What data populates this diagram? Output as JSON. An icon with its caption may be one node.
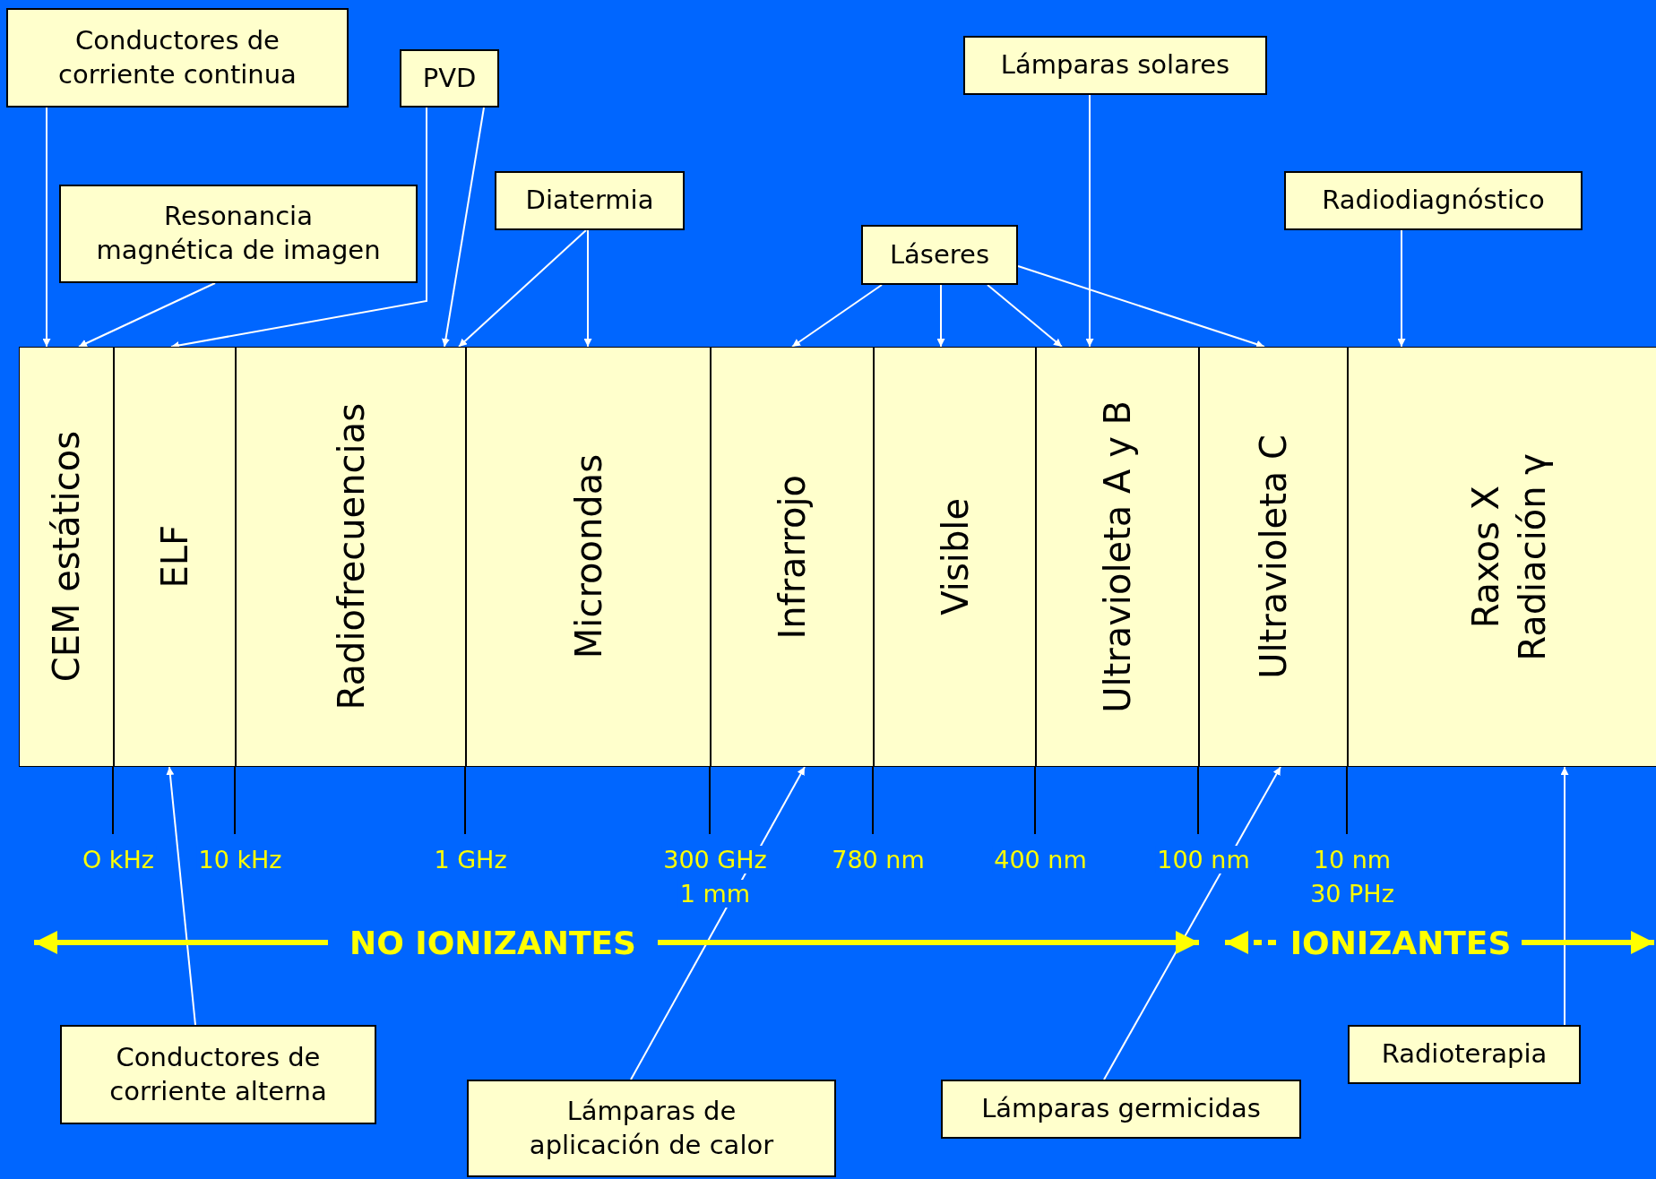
{
  "diagram": {
    "nodes": [
      {
        "text": [
          "Conductores de corriente continua"
        ]
      },
      {
        "text": [
          "PVD"
        ]
      },
      {
        "text": [
          "Resonancia magnética de imagen"
        ]
      },
      {
        "text": [
          "Diatermia"
        ]
      },
      {
        "text": [
          "Láseres"
        ]
      },
      {
        "text": [
          "Lámparas solares"
        ]
      },
      {
        "text": [
          "Radiodiagnóstico"
        ]
      },
      {
        "text": [
          "CEM estáticos"
        ],
        "beside": [
          "O kHz"
        ]
      },
      {
        "text": [
          "ELF"
        ],
        "beside": [
          "10 kHz"
        ]
      },
      {
        "text": [
          "Radiofrecuencias"
        ],
        "beside": [
          "1 GHz"
        ]
      },
      {
        "text": [
          "Microondas"
        ],
        "beside": [
          "300 GHz",
          "1 mm"
        ]
      },
      {
        "text": [
          "Infrarrojo"
        ],
        "beside": [
          "780 nm"
        ]
      },
      {
        "text": [
          "Visible"
        ],
        "beside": [
          "400 nm"
        ]
      },
      {
        "text": [
          "Ultravioleta A y B"
        ],
        "beside": [
          "100 nm"
        ]
      },
      {
        "text": [
          "Ultravioleta C"
        ],
        "beside": [
          "10 nm",
          "30 PHz"
        ]
      },
      {
        "text": [
          "Raxos X",
          "Radiación γ"
        ]
      },
      {
        "text": [
          "Conductores de corriente alterna"
        ]
      },
      {
        "text": [
          "Lámparas de aplicación de calor"
        ]
      },
      {
        "text": [
          "Lámparas germicidas"
        ]
      },
      {
        "text": [
          "Radioterapia"
        ]
      }
    ],
    "edges": [
      {
        "from": 0,
        "to": 7,
        "arrow": "to"
      },
      {
        "from": 2,
        "to": 7,
        "arrow": "to"
      },
      {
        "from": 1,
        "to": 8,
        "arrow": "to"
      },
      {
        "from": 1,
        "to": 9,
        "arrow": "to"
      },
      {
        "from": 3,
        "to": 9,
        "arrow": "to"
      },
      {
        "from": 3,
        "to": 10,
        "arrow": "to"
      },
      {
        "from": 4,
        "to": 11,
        "arrow": "to"
      },
      {
        "from": 4,
        "to": 12,
        "arrow": "to"
      },
      {
        "from": 4,
        "to": 13,
        "arrow": "to"
      },
      {
        "from": 4,
        "to": 14,
        "arrow": "to"
      },
      {
        "from": 5,
        "to": 13,
        "arrow": "to"
      },
      {
        "from": 6,
        "to": 15,
        "arrow": "to"
      },
      {
        "from": 16,
        "to": 8,
        "arrow": "to"
      },
      {
        "from": 17,
        "to": 11,
        "arrow": "to"
      },
      {
        "from": 18,
        "to": 14,
        "arrow": "to"
      },
      {
        "from": 19,
        "to": 15,
        "arrow": "to"
      }
    ],
    "labels": [
      "NO IONIZANTES",
      "IONIZANTES"
    ]
  }
}
